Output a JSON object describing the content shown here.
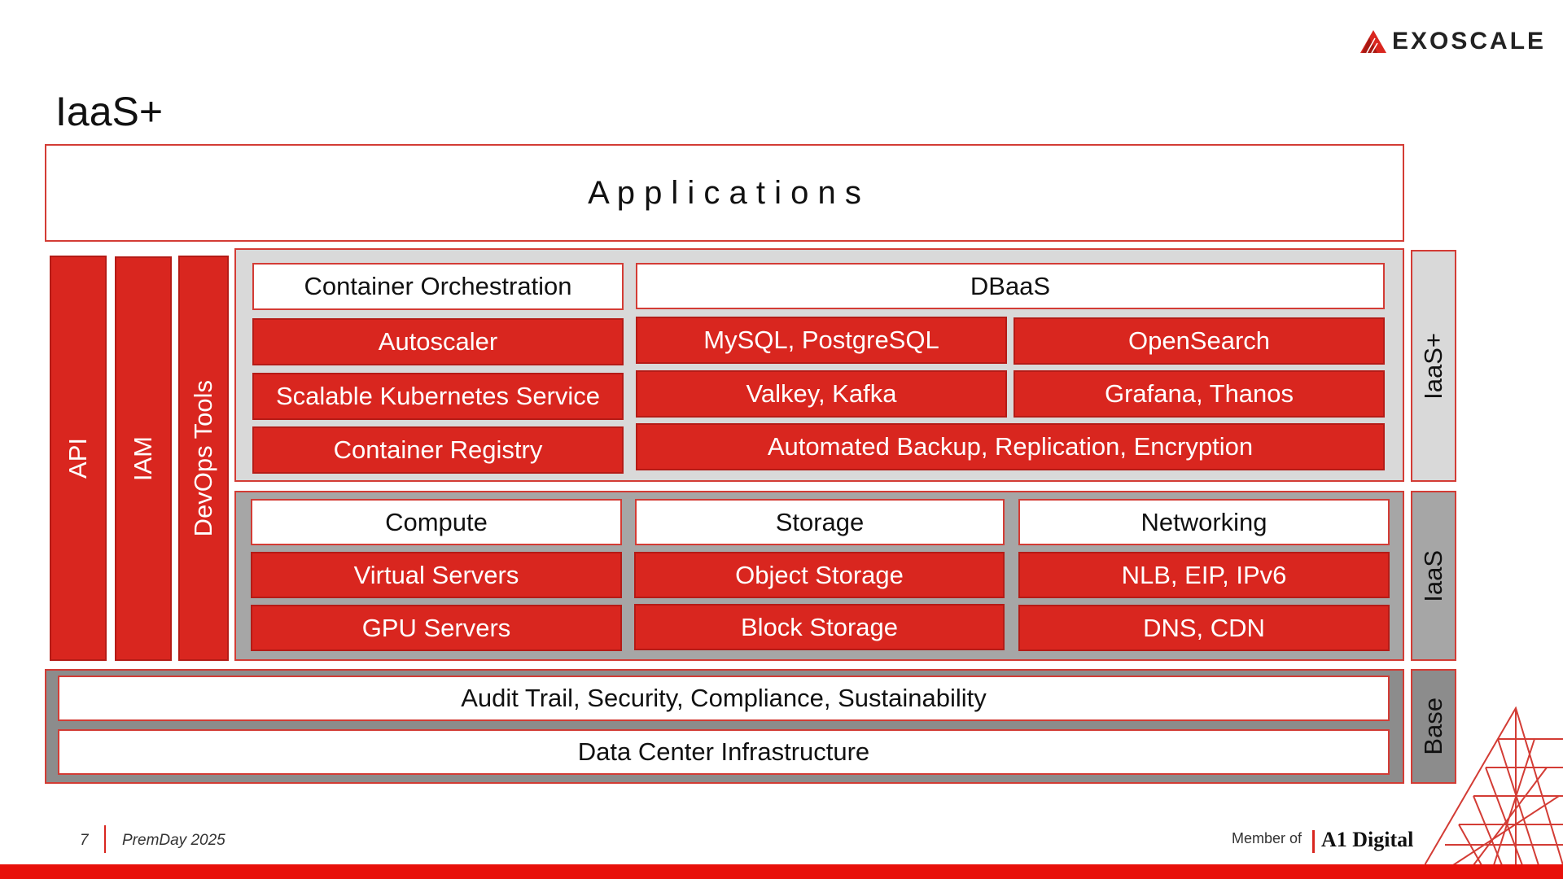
{
  "header": {
    "logo_text": "EXOSCALE",
    "title": "IaaS+"
  },
  "applications": {
    "label": "A p p l i c a t i o n s"
  },
  "side_pillars": {
    "api": "API",
    "iam": "IAM",
    "devops": "DevOps Tools"
  },
  "iaas_plus": {
    "container_header": "Container Orchestration",
    "container_items": [
      "Autoscaler",
      "Scalable Kubernetes Service",
      "Container Registry"
    ],
    "dbaas_header": "DBaaS",
    "dbaas_left": [
      "MySQL, PostgreSQL",
      "Valkey, Kafka"
    ],
    "dbaas_right": [
      "OpenSearch",
      "Grafana, Thanos"
    ],
    "dbaas_full": "Automated Backup, Replication, Encryption",
    "tag": "IaaS+"
  },
  "iaas": {
    "columns": [
      {
        "header": "Compute",
        "items": [
          "Virtual Servers",
          "GPU Servers"
        ]
      },
      {
        "header": "Storage",
        "items": [
          "Object Storage",
          "Block Storage"
        ]
      },
      {
        "header": "Networking",
        "items": [
          "NLB, EIP, IPv6",
          "DNS, CDN"
        ]
      }
    ],
    "tag": "IaaS"
  },
  "base": {
    "rows": [
      "Audit Trail, Security, Compliance, Sustainability",
      "Data Center Infrastructure"
    ],
    "tag": "Base"
  },
  "footer": {
    "page_number": "7",
    "event": "PremDay 2025",
    "member_of": "Member of",
    "partner_logo": "A1 Digital"
  },
  "colors": {
    "brand_red": "#d9261f",
    "iaas_plus_bg": "#d9d9d9",
    "iaas_bg": "#a6a6a6",
    "base_bg": "#8c8c8c"
  }
}
